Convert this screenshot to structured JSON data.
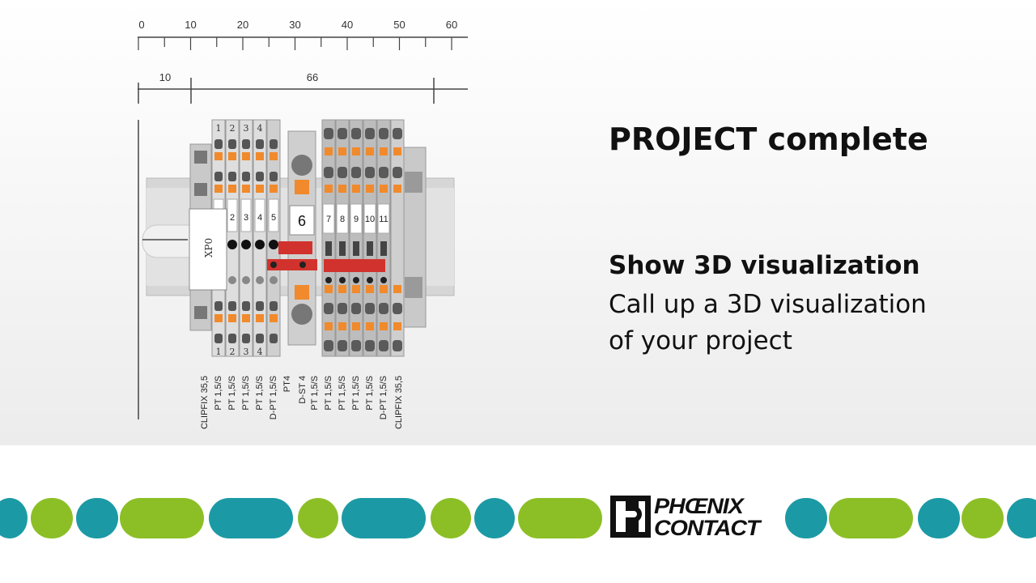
{
  "window": {
    "title": "PROJECT complete"
  },
  "ruler": {
    "ticks": [
      "0",
      "10",
      "20",
      "30",
      "40",
      "50",
      "60"
    ],
    "dimensions": [
      "10",
      "66"
    ]
  },
  "diagram": {
    "marker_label": "XP0",
    "top_numbers": [
      "1",
      "2",
      "3",
      "4"
    ],
    "bottom_numbers": [
      "1",
      "2",
      "3",
      "4"
    ],
    "mid_labels": [
      "2",
      "3",
      "4",
      "5"
    ],
    "big_label": "6",
    "right_labels": [
      "7",
      "8",
      "9",
      "10",
      "11"
    ],
    "component_labels": [
      "CLIPFIX 35,5",
      "PT 1,5/S",
      "PT 1,5/S",
      "PT 1,5/S",
      "PT 1,5/S",
      "D-PT 1,5/S",
      "PT4",
      "D-ST 4",
      "PT 1,5/S",
      "PT 1,5/S",
      "PT 1,5/S",
      "PT 1,5/S",
      "PT 1,5/S",
      "D-PT 1,5/S",
      "CLIPFIX 35,5"
    ]
  },
  "content": {
    "headline": "PROJECT complete",
    "section_title": "Show 3D visualization",
    "section_desc_line1": "Call up a 3D visualization",
    "section_desc_line2": "of your project"
  },
  "brand": {
    "logo_line1": "PHŒNIX",
    "logo_line2": "CONTACT",
    "colors": {
      "teal": "#1b9aa5",
      "green": "#8cbf26",
      "orange": "#f08a2c",
      "red": "#d2322d"
    }
  }
}
